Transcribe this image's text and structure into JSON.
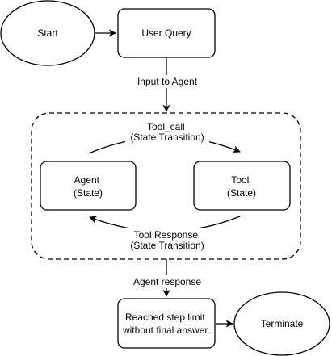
{
  "nodes": {
    "start": "Start",
    "user_query": "User Query",
    "agent": [
      "Agent",
      "(State)"
    ],
    "tool": [
      "Tool",
      "(State)"
    ],
    "step_limit": [
      "Reached step limit",
      "without final answer."
    ],
    "terminate": "Terminate"
  },
  "edges": {
    "input_to_agent": "Input to Agent",
    "tool_call": [
      "Tool_call",
      "(State Transition)"
    ],
    "tool_response": [
      "Tool Response",
      "(State Transition)"
    ],
    "agent_response": "Agent response"
  }
}
